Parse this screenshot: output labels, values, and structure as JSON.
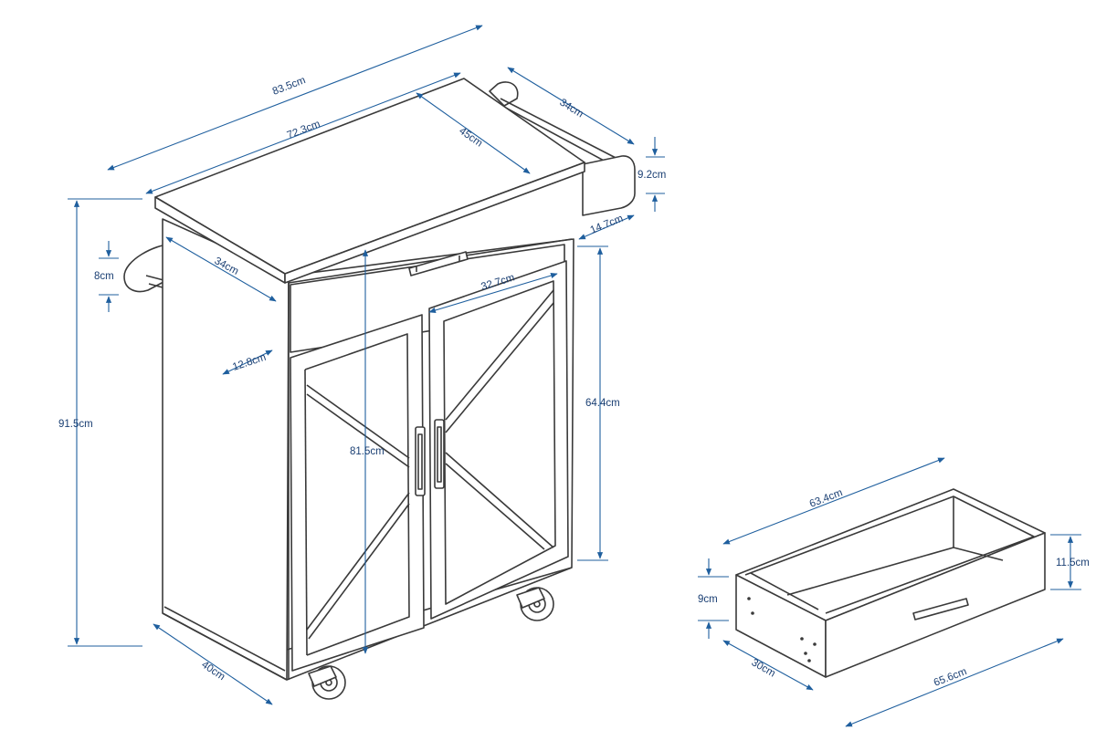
{
  "units": "cm",
  "cabinet": {
    "overall_width_label": "83.5cm",
    "top_width_label": "72.3cm",
    "top_depth_label": "45cm",
    "side_depth_label": "34cm",
    "towel_bar_height_label": "9.2cm",
    "towel_bar_offset_label": "14.7cm",
    "left_bar_depth_label": "34cm",
    "left_bar_height_label": "8cm",
    "left_bar_offset_label": "12.8cm",
    "door_width_label": "32.7cm",
    "door_height_label": "64.4cm",
    "inner_height_label": "81.5cm",
    "total_height_label": "91.5cm",
    "base_depth_label": "40cm"
  },
  "drawer": {
    "length_label": "63.4cm",
    "outer_length_label": "65.6cm",
    "depth_label": "30cm",
    "height_label": "11.5cm",
    "inner_height_label": "9cm"
  }
}
